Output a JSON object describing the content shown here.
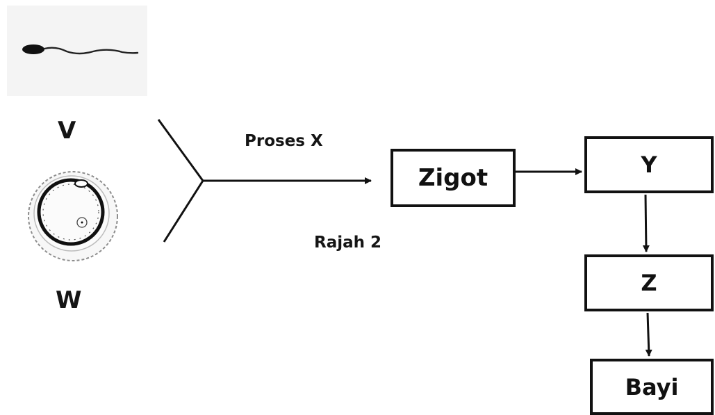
{
  "labels": {
    "sperm": "V",
    "egg": "W",
    "process": "Proses X",
    "figure": "Rajah 2"
  },
  "boxes": {
    "zygote": "Zigot",
    "y": "Y",
    "z": "Z",
    "baby": "Bayi"
  },
  "colors": {
    "line": "#111111",
    "background": "#ffffff",
    "panel": "#f4f4f4"
  }
}
